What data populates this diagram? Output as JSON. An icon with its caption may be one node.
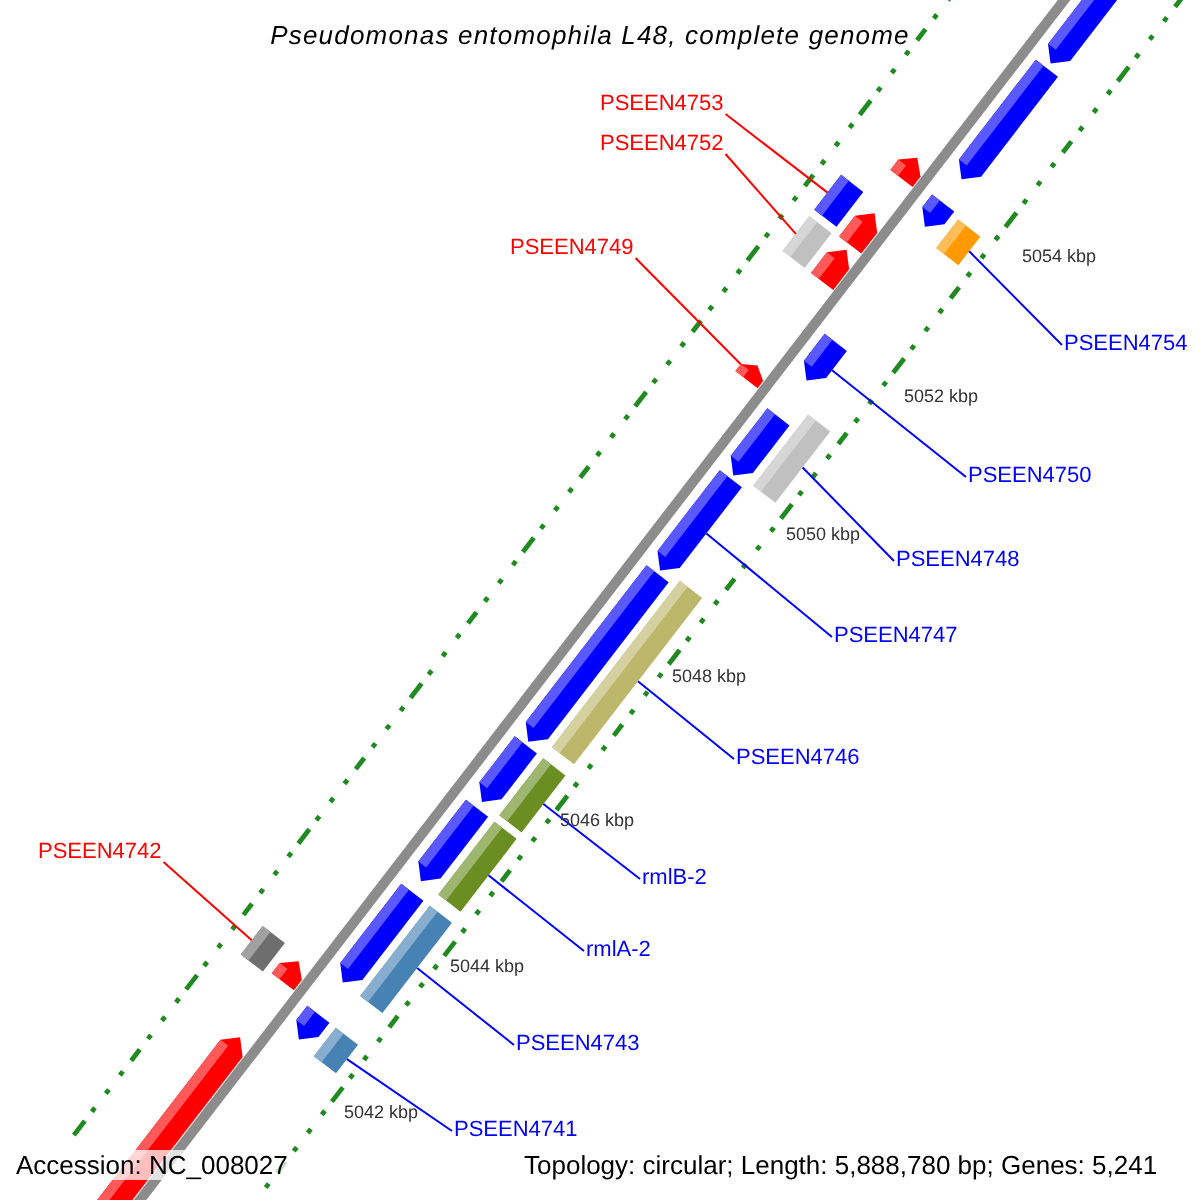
{
  "diagram": {
    "title": "Pseudomonas entomophila L48, complete genome",
    "nodes": [
      {
        "text": [
          "PSEEN4753"
        ]
      },
      {
        "text": [
          "PSEEN4752"
        ]
      },
      {
        "text": [
          "PSEEN4749"
        ]
      },
      {
        "text": [
          "PSEEN4742"
        ]
      },
      {
        "text": [
          "PSEEN4754"
        ]
      },
      {
        "text": [
          "PSEEN4750"
        ]
      },
      {
        "text": [
          "PSEEN4748"
        ]
      },
      {
        "text": [
          "PSEEN4747"
        ]
      },
      {
        "text": [
          "PSEEN4746"
        ]
      },
      {
        "text": [
          "rmlB-2"
        ]
      },
      {
        "text": [
          "rmlA-2"
        ]
      },
      {
        "text": [
          "PSEEN4743"
        ]
      },
      {
        "text": [
          "PSEEN4741"
        ]
      },
      {
        "text": [],
        "shape": "bar"
      },
      {
        "text": [],
        "shape": "bar"
      },
      {
        "text": [],
        "shape": "bar"
      },
      {
        "text": [],
        "shape": "bar"
      },
      {
        "text": [],
        "shape": "bar"
      },
      {
        "text": [],
        "shape": "bar"
      },
      {
        "text": [],
        "shape": "bar"
      },
      {
        "text": [],
        "shape": "bar"
      },
      {
        "text": [],
        "shape": "bar"
      },
      {
        "text": [],
        "shape": "bar"
      },
      {
        "text": [],
        "shape": "bar"
      },
      {
        "text": [],
        "shape": "bar"
      },
      {
        "text": [],
        "shape": "bar"
      }
    ],
    "edges": [
      {
        "from": 0,
        "to": 13,
        "arrow": "none",
        "color": "#ff0000"
      },
      {
        "from": 1,
        "to": 14,
        "arrow": "none",
        "color": "#ff0000"
      },
      {
        "from": 2,
        "to": 15,
        "arrow": "none",
        "color": "#ff0000"
      },
      {
        "from": 3,
        "to": 16,
        "arrow": "none",
        "color": "#ff0000"
      },
      {
        "from": 4,
        "to": 17,
        "arrow": "none"
      },
      {
        "from": 5,
        "to": 18,
        "arrow": "none"
      },
      {
        "from": 6,
        "to": 19,
        "arrow": "none"
      },
      {
        "from": 7,
        "to": 20,
        "arrow": "none"
      },
      {
        "from": 8,
        "to": 21,
        "arrow": "none"
      },
      {
        "from": 9,
        "to": 22,
        "arrow": "none"
      },
      {
        "from": 10,
        "to": 23,
        "arrow": "none"
      },
      {
        "from": 11,
        "to": 24,
        "arrow": "none"
      },
      {
        "from": 12,
        "to": 25,
        "arrow": "none"
      }
    ],
    "labels": [
      "5054 kbp",
      "5052 kbp",
      "5050 kbp",
      "5048 kbp",
      "5046 kbp",
      "5044 kbp",
      "5042 kbp",
      "Accession: NC_008027",
      "Topology: circular; Length: 5,888,780 bp; Genes: 5,241"
    ]
  }
}
